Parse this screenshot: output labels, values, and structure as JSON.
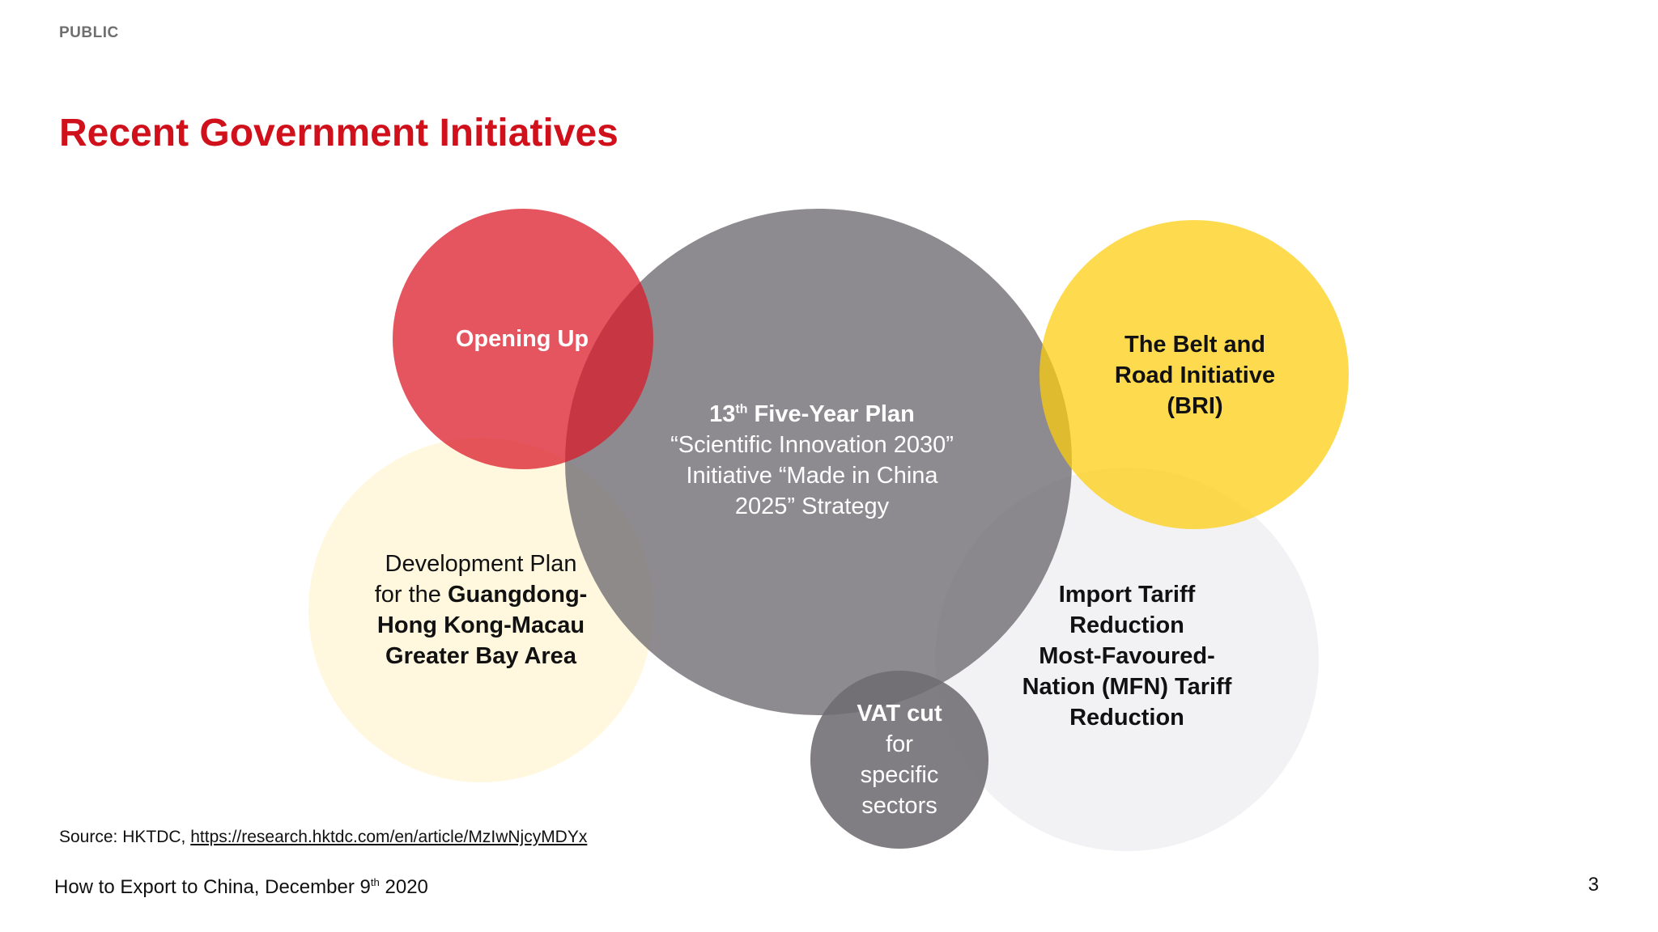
{
  "header": {
    "classification": "PUBLIC",
    "title": "Recent Government Initiatives"
  },
  "diagram": {
    "opening_up": {
      "label": "Opening Up"
    },
    "five_year_plan": {
      "title": "13",
      "title_sup": "th",
      "title_rest": " Five-Year Plan",
      "line1": "“Scientific Innovation 2030”",
      "line2": "Initiative “Made in China",
      "line3": "2025” Strategy"
    },
    "bri": {
      "line1": "The Belt and",
      "line2": "Road Initiative",
      "line3": "(BRI)"
    },
    "gba": {
      "line1": "Development Plan",
      "line2_plain": "for the ",
      "line2_bold": "Guangdong-",
      "line3": "Hong Kong-Macau",
      "line4": "Greater Bay Area"
    },
    "tariff": {
      "line1": "Import Tariff",
      "line2": "Reduction",
      "line3": "Most-Favoured-",
      "line4": "Nation (MFN) Tariff",
      "line5": "Reduction"
    },
    "vat": {
      "title": "VAT cut",
      "line1": "for",
      "line2": "specific",
      "line3": "sectors"
    },
    "colors": {
      "opening_up": "#da1a29",
      "five_year_plan": "#706e73",
      "bri": "#fecd0a",
      "gba": "#fff3c4",
      "tariff": "#e8e5eb",
      "vat": "#6e6c71"
    }
  },
  "footer": {
    "source_prefix": "Source: HKTDC, ",
    "source_link": "https://research.hktdc.com/en/article/MzIwNjcyMDYx",
    "event_prefix": "How  to Export to China, December 9",
    "event_sup": "th",
    "event_suffix": " 2020",
    "page_number": "3"
  }
}
